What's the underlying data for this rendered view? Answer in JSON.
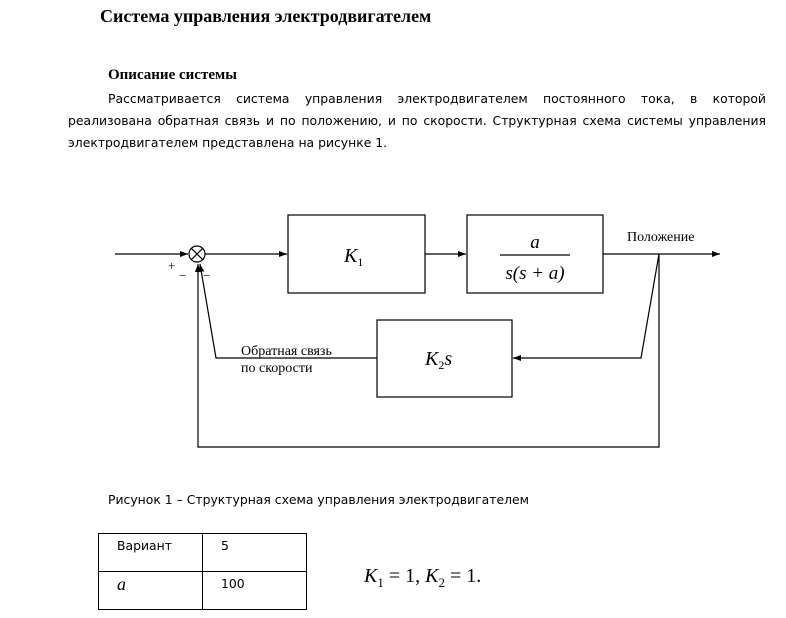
{
  "title": "Система управления электродвигателем",
  "section_heading": "Описание системы",
  "paragraph": "Рассматривается система управления электродвигателем постоянного тока, в которой реализована обратная связь и по положению, и по скорости. Структурная схема системы управления электродвигателем представлена на рисунке 1.",
  "diagram": {
    "block1": "K",
    "block1_sub": "1",
    "block2_num": "a",
    "block2_den": "s(s + a)",
    "block3": "K",
    "block3_sub": "2",
    "block3_suffix": "s",
    "output_label": "Положение",
    "feedback_label_line1": "Обратная связь",
    "feedback_label_line2": "по скорости",
    "plus_sign": "+",
    "minus_sign_1": "−",
    "minus_sign_2": "−"
  },
  "caption": "Рисунок 1 – Структурная схема управления электродвигателем",
  "table": {
    "rows": [
      {
        "label": "Вариант",
        "value": "5"
      },
      {
        "label": "a",
        "value": "100"
      }
    ]
  },
  "formula": {
    "k1": "K",
    "k1_sub": "1",
    "k1_val": " = 1, ",
    "k2": "K",
    "k2_sub": "2",
    "k2_val": " = 1."
  }
}
